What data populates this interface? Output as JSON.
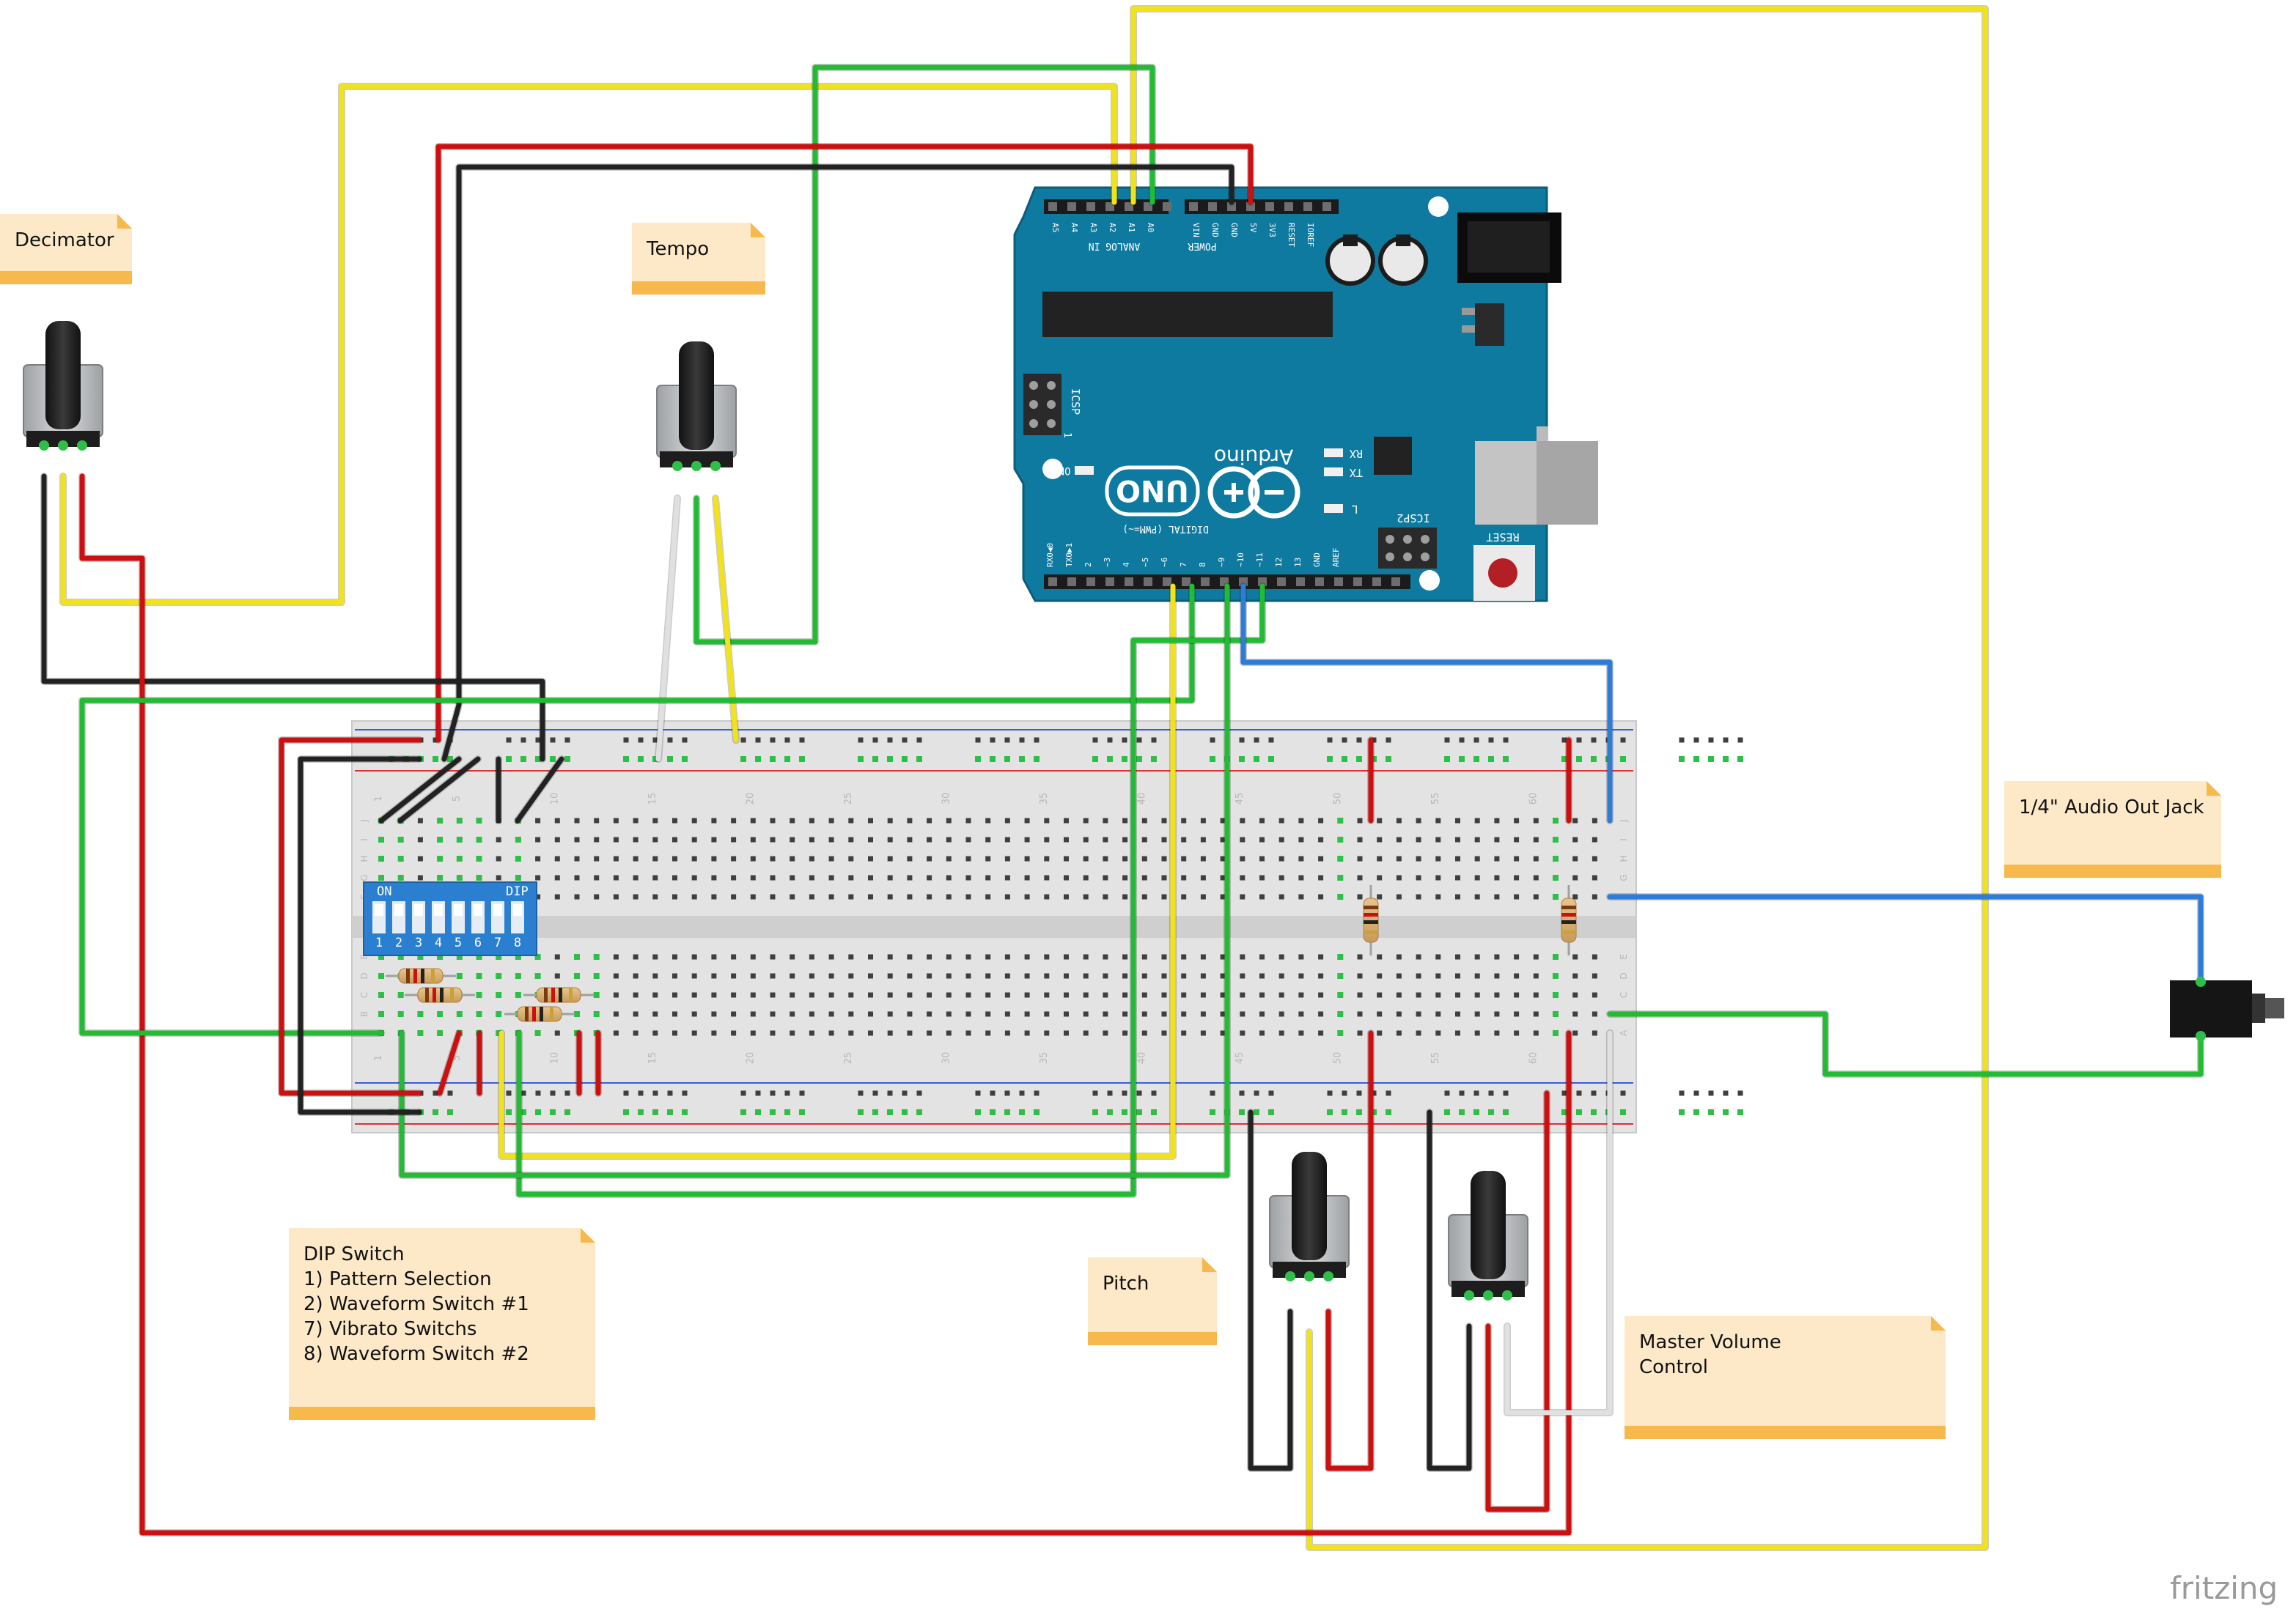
{
  "notes": {
    "decimator": [
      "Decimator"
    ],
    "tempo": [
      "Tempo"
    ],
    "dip": [
      "DIP Switch",
      "1)  Pattern Selection",
      "2) Waveform Switch #1",
      "7) Vibrato Switchs",
      "8) Waveform Switch #2"
    ],
    "pitch": [
      "Pitch"
    ],
    "master": [
      "Master Volume",
      "Control"
    ],
    "audio": [
      "1/4\" Audio Out Jack"
    ]
  },
  "arduino": {
    "analog_pins": [
      "A5",
      "A4",
      "A3",
      "A2",
      "A1",
      "A0"
    ],
    "analog_label": "ANALOG IN",
    "power_pins": [
      "VIN",
      "GND",
      "GND",
      "5V",
      "3V3",
      "RESET",
      "IOREF"
    ],
    "power_label": "POWER",
    "digital_pins": [
      "RX0◀0",
      "TX0▶1",
      "2",
      "~3",
      "4",
      "~5",
      "~6",
      "7",
      "8",
      "~9",
      "~10",
      "~11",
      "12",
      "13",
      "GND",
      "AREF"
    ],
    "digital_label": "DIGITAL (PWM=~)",
    "uno_label": "UNO",
    "brand": "Arduino",
    "tm": "™",
    "icsp": "ICSP",
    "icsp2": "ICSP2",
    "on_label": "ON",
    "rx_label": "RX",
    "tx_label": "TX",
    "l_label": "L",
    "reset_label": "RESET",
    "one_label": "1"
  },
  "breadboard": {
    "row_letters_top": [
      "J",
      "I",
      "H",
      "G",
      "F"
    ],
    "row_letters_bottom": [
      "E",
      "D",
      "C",
      "B",
      "A"
    ],
    "column_numbers": [
      "1",
      "5",
      "10",
      "15",
      "20",
      "25",
      "30",
      "35",
      "40",
      "45",
      "50",
      "55",
      "60"
    ]
  },
  "dip_switch": {
    "on_label": "ON",
    "dip_label": "DIP",
    "numbers": [
      "1",
      "2",
      "3",
      "4",
      "5",
      "6",
      "7",
      "8"
    ]
  },
  "brand_mark": "fritzing",
  "colors": {
    "wire_red": "#cc1010",
    "wire_black": "#222222",
    "wire_yellow": "#f2e21a",
    "wire_green": "#22bb33",
    "wire_blue": "#2f7bd6",
    "wire_white": "#e0e0e0",
    "arduino_board": "#0f7aa0",
    "note_fill": "#fde9c8",
    "note_stripe": "#f7b84c"
  }
}
